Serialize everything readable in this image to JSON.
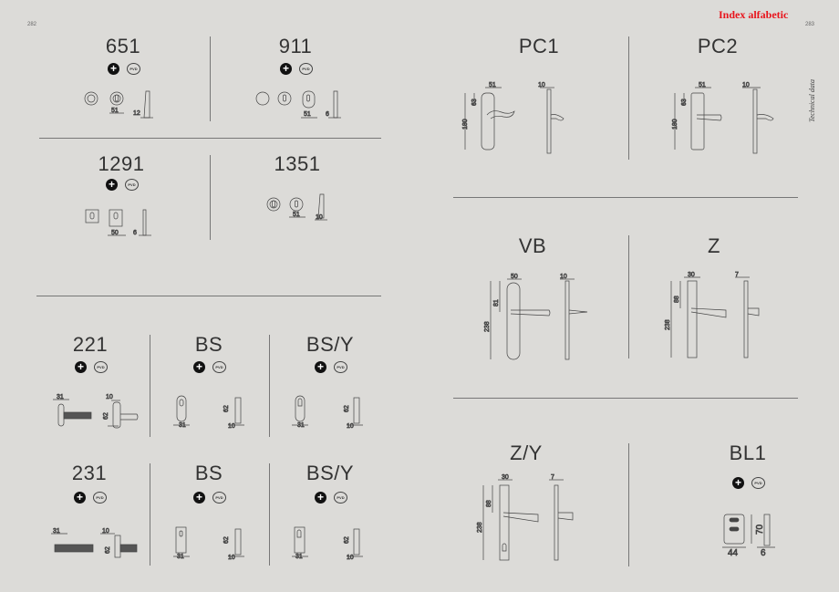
{
  "header": {
    "page_left": "282",
    "page_right": "283",
    "index_link": "Index alfabetic",
    "side_label": "Technical data"
  },
  "badges": {
    "plus": "+",
    "pvd": "PVD"
  },
  "products": [
    {
      "id": "651",
      "dims": [
        "51",
        "12"
      ]
    },
    {
      "id": "911",
      "dims": [
        "51",
        "6"
      ]
    },
    {
      "id": "1291",
      "dims": [
        "50",
        "6"
      ]
    },
    {
      "id": "1351",
      "dims": [
        "51",
        "10"
      ]
    },
    {
      "id": "221",
      "dims": [
        "31",
        "10",
        "62"
      ]
    },
    {
      "id": "BS",
      "dims": [
        "62",
        "31",
        "10"
      ]
    },
    {
      "id": "BS/Y",
      "dims": [
        "62",
        "31",
        "10"
      ]
    },
    {
      "id": "231",
      "dims": [
        "31",
        "10",
        "62"
      ]
    },
    {
      "id": "BS",
      "dims": [
        "62",
        "31",
        "10"
      ]
    },
    {
      "id": "BS/Y",
      "dims": [
        "62",
        "31",
        "10"
      ]
    },
    {
      "id": "PC1",
      "dims": [
        "51",
        "63",
        "180",
        "10"
      ]
    },
    {
      "id": "PC2",
      "dims": [
        "51",
        "63",
        "180",
        "10"
      ]
    },
    {
      "id": "VB",
      "dims": [
        "50",
        "81",
        "238",
        "10"
      ]
    },
    {
      "id": "Z",
      "dims": [
        "30",
        "88",
        "238",
        "7"
      ]
    },
    {
      "id": "Z/Y",
      "dims": [
        "30",
        "88",
        "238",
        "7"
      ]
    },
    {
      "id": "BL1",
      "dims": [
        "70",
        "44",
        "6"
      ]
    }
  ]
}
